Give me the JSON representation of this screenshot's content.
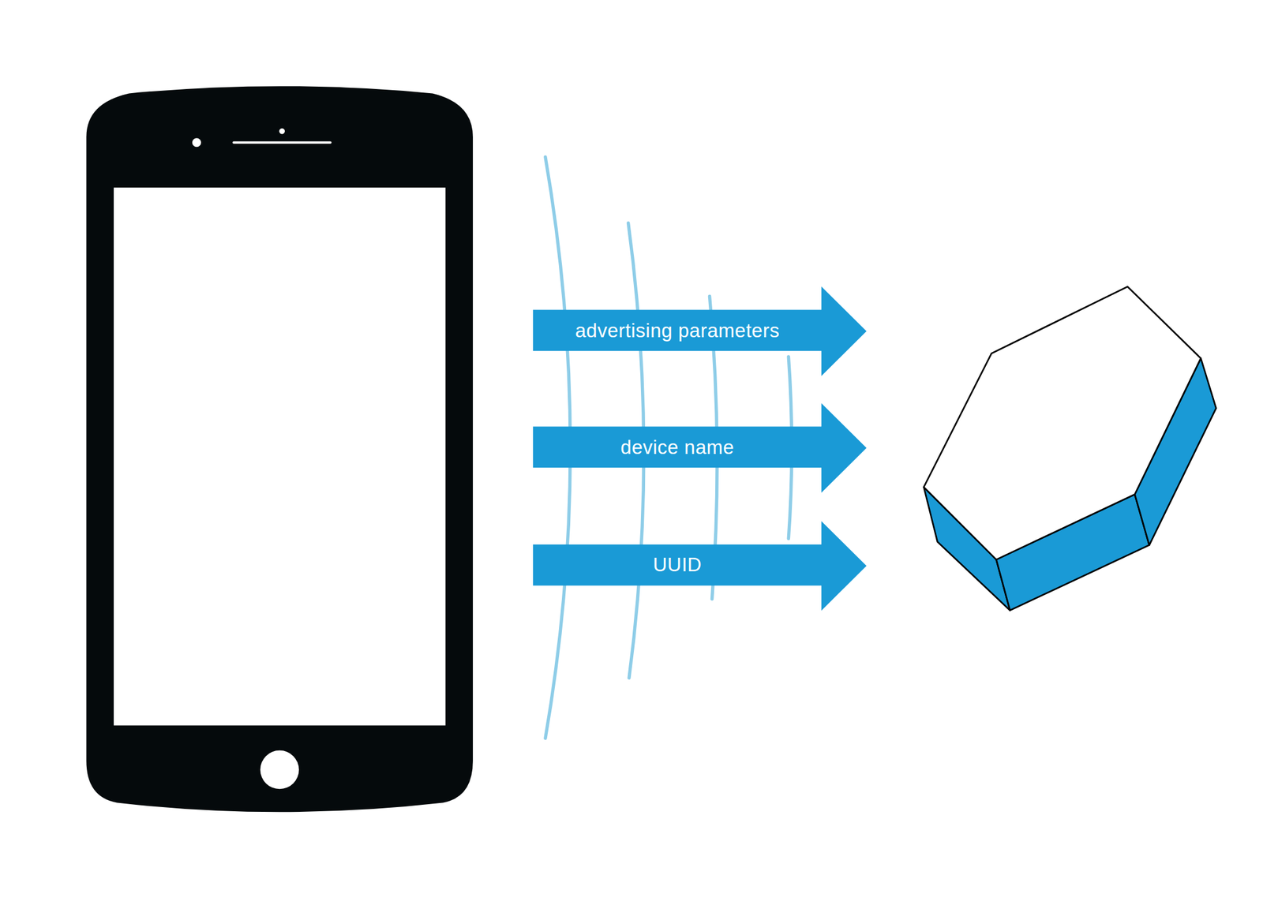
{
  "diagram": {
    "nodes": [
      {
        "text": [
          "advertising parameters"
        ]
      },
      {
        "text": [
          "device name"
        ]
      },
      {
        "text": [
          "UUID"
        ]
      }
    ]
  }
}
